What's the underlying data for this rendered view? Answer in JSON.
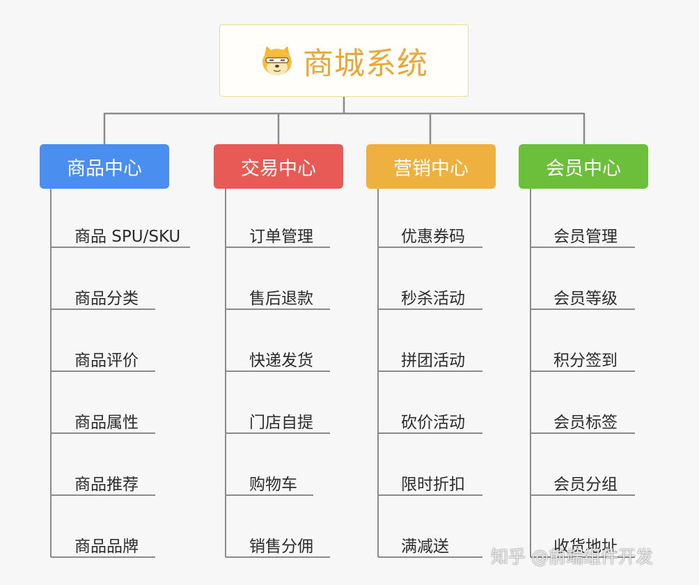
{
  "root": {
    "title": "商城系统",
    "icon": "doge-icon"
  },
  "categories": [
    {
      "label": "商品中心",
      "color": "#4a8ef0",
      "items": [
        "商品 SPU/SKU",
        "商品分类",
        "商品评价",
        "商品属性",
        "商品推荐",
        "商品品牌"
      ]
    },
    {
      "label": "交易中心",
      "color": "#e85a55",
      "items": [
        "订单管理",
        "售后退款",
        "快递发货",
        "门店自提",
        "购物车",
        "销售分佣"
      ]
    },
    {
      "label": "营销中心",
      "color": "#eeb03f",
      "items": [
        "优惠券码",
        "秒杀活动",
        "拼团活动",
        "砍价活动",
        "限时折扣",
        "满减送"
      ]
    },
    {
      "label": "会员中心",
      "color": "#6cbf3a",
      "items": [
        "会员管理",
        "会员等级",
        "积分签到",
        "会员标签",
        "会员分组",
        "收货地址"
      ]
    }
  ],
  "watermark": "知乎 @前端组件开发"
}
